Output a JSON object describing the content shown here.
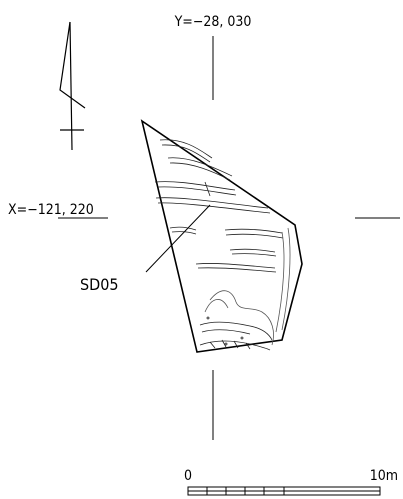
{
  "title": "",
  "grid": {
    "y_label": "Y=−28, 030",
    "x_label": "X=−121, 220"
  },
  "feature_label": "SD05",
  "scale_bar": {
    "start_label": "0",
    "end_label": "10m"
  },
  "colors": {
    "ink": "#000000",
    "hatch": "#222222",
    "fine": "#555555"
  },
  "icons": [
    "north-arrow-icon"
  ]
}
